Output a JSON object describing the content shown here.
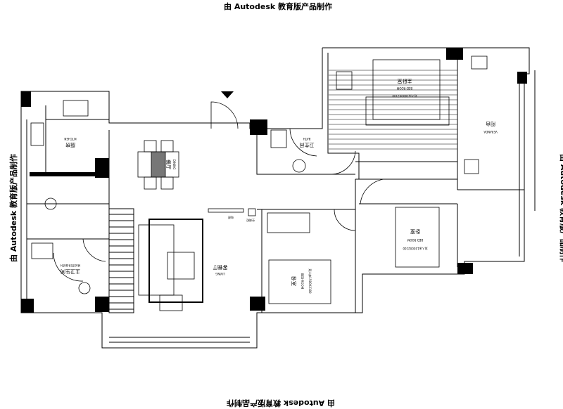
{
  "watermark": "由 Autodesk 教育版产品制作",
  "rooms": {
    "kitchen": {
      "cn": "厨房",
      "en": "KITCHEN"
    },
    "master_bath": {
      "cn": "主卫生间",
      "en": "MASTER-BATH"
    },
    "bath": {
      "cn": "卫生间",
      "en": "BATH"
    },
    "master_bedroom": {
      "cn": "主卧室",
      "en": "BED-ROOM",
      "bed": "双人床1800X2100"
    },
    "bedroom_right": {
      "cn": "卧室",
      "en": "BED-ROOM",
      "bed": "双人床1200X2100"
    },
    "bedroom_left": {
      "cn": "卧室",
      "en": "BED-ROOM",
      "bed": "双人床1500X2100"
    },
    "veranda": {
      "cn": "阳台",
      "en": "VERANDA"
    },
    "living": {
      "cn": "客餐厅",
      "en": "LIVING"
    },
    "dining": {
      "cn": "餐厅",
      "en": "DINING"
    },
    "tv": "电视",
    "cabinet": "空调柜"
  }
}
